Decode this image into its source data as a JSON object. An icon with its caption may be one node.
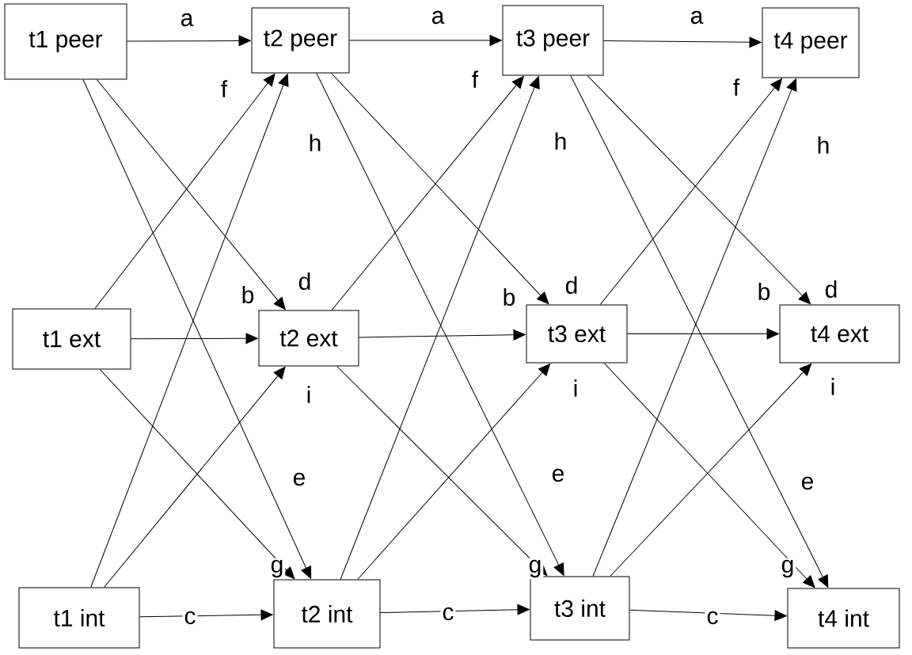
{
  "diagram": {
    "nodes": [
      {
        "text": [
          "t1 peer"
        ]
      },
      {
        "text": [
          "t2 peer"
        ]
      },
      {
        "text": [
          "t3 peer"
        ]
      },
      {
        "text": [
          "t4 peer"
        ]
      },
      {
        "text": [
          "t1 ext"
        ]
      },
      {
        "text": [
          "t2 ext"
        ]
      },
      {
        "text": [
          "t3 ext"
        ]
      },
      {
        "text": [
          "t4 ext"
        ]
      },
      {
        "text": [
          "t1 int"
        ]
      },
      {
        "text": [
          "t2 int"
        ]
      },
      {
        "text": [
          "t3 int"
        ]
      },
      {
        "text": [
          "t4 int"
        ]
      }
    ],
    "edges": [
      {
        "from": 0,
        "to": 1,
        "arrow": "to",
        "label": "a"
      },
      {
        "from": 4,
        "to": 5,
        "arrow": "to",
        "label": "b"
      },
      {
        "from": 8,
        "to": 9,
        "arrow": "to",
        "label": "c"
      },
      {
        "from": 0,
        "to": 5,
        "arrow": "to",
        "label": "d"
      },
      {
        "from": 0,
        "to": 9,
        "arrow": "to",
        "label": "e"
      },
      {
        "from": 4,
        "to": 1,
        "arrow": "to",
        "label": "f"
      },
      {
        "from": 4,
        "to": 9,
        "arrow": "to",
        "label": "g"
      },
      {
        "from": 8,
        "to": 1,
        "arrow": "to",
        "label": "h"
      },
      {
        "from": 8,
        "to": 5,
        "arrow": "to",
        "label": "i"
      },
      {
        "from": 1,
        "to": 2,
        "arrow": "to",
        "label": "a"
      },
      {
        "from": 5,
        "to": 6,
        "arrow": "to",
        "label": "b"
      },
      {
        "from": 9,
        "to": 10,
        "arrow": "to",
        "label": "c"
      },
      {
        "from": 1,
        "to": 6,
        "arrow": "to",
        "label": "d"
      },
      {
        "from": 1,
        "to": 10,
        "arrow": "to",
        "label": "e"
      },
      {
        "from": 5,
        "to": 2,
        "arrow": "to",
        "label": "f"
      },
      {
        "from": 5,
        "to": 10,
        "arrow": "to",
        "label": "g"
      },
      {
        "from": 9,
        "to": 2,
        "arrow": "to",
        "label": "h"
      },
      {
        "from": 9,
        "to": 6,
        "arrow": "to",
        "label": "i"
      },
      {
        "from": 2,
        "to": 3,
        "arrow": "to",
        "label": "a"
      },
      {
        "from": 6,
        "to": 7,
        "arrow": "to",
        "label": "b"
      },
      {
        "from": 10,
        "to": 11,
        "arrow": "to",
        "label": "c"
      },
      {
        "from": 2,
        "to": 7,
        "arrow": "to",
        "label": "d"
      },
      {
        "from": 2,
        "to": 11,
        "arrow": "to",
        "label": "e"
      },
      {
        "from": 6,
        "to": 3,
        "arrow": "to",
        "label": "f"
      },
      {
        "from": 6,
        "to": 11,
        "arrow": "to",
        "label": "g"
      },
      {
        "from": 10,
        "to": 3,
        "arrow": "to",
        "label": "h"
      },
      {
        "from": 10,
        "to": 7,
        "arrow": "to",
        "label": "i"
      }
    ]
  }
}
